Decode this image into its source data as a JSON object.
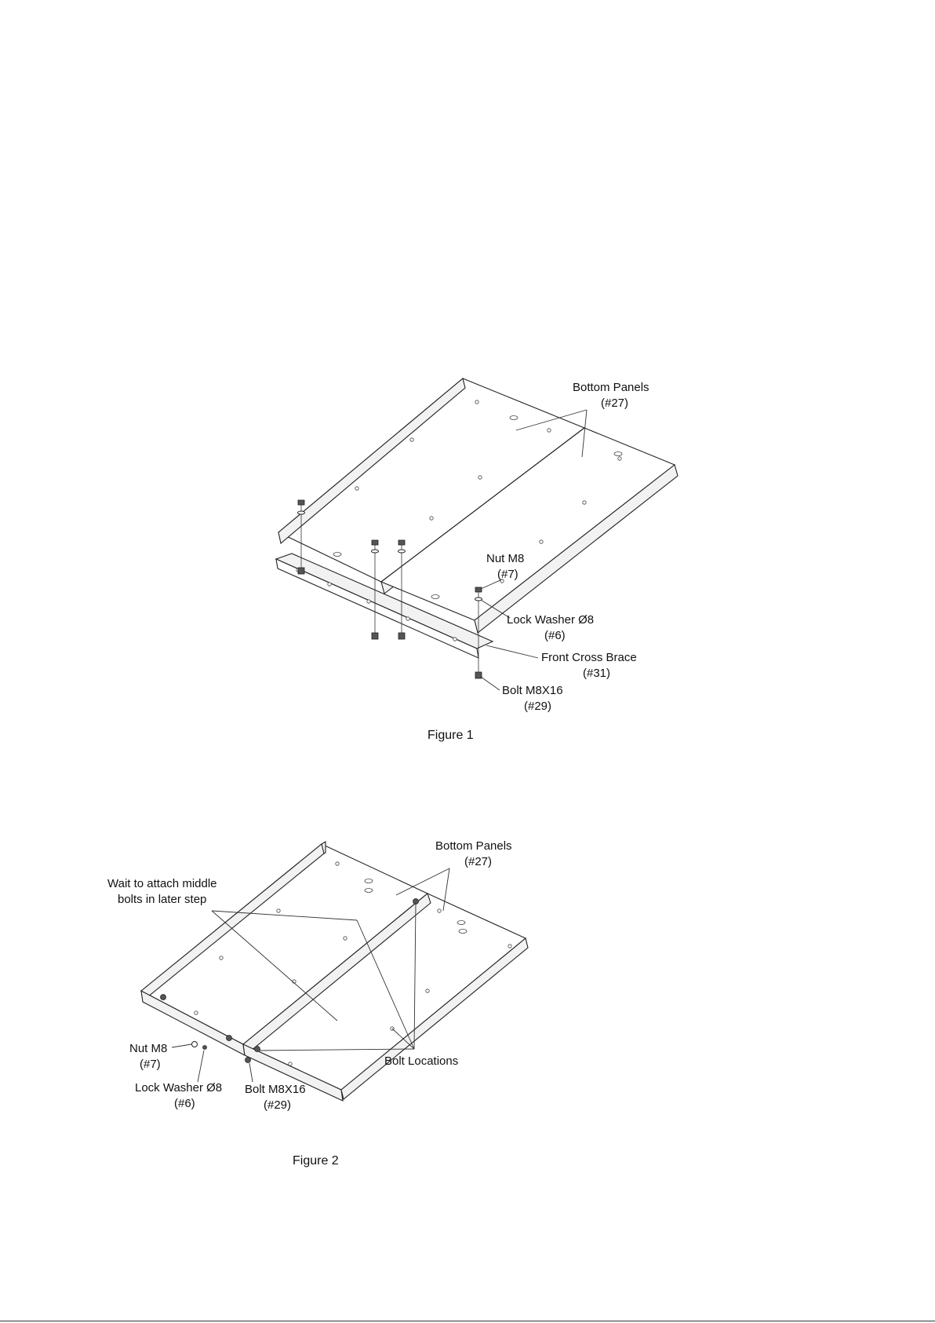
{
  "figure1": {
    "caption": "Figure 1",
    "labels": {
      "bottom_panels_name": "Bottom Panels",
      "bottom_panels_num": "(#27)",
      "nut_name": "Nut M8",
      "nut_num": "(#7)",
      "washer_name": "Lock Washer Ø8",
      "washer_num": "(#6)",
      "brace_name": "Front Cross Brace",
      "brace_num": "(#31)",
      "bolt_name": "Bolt M8X16",
      "bolt_num": "(#29)"
    }
  },
  "figure2": {
    "caption": "Figure 2",
    "labels": {
      "bottom_panels_name": "Bottom Panels",
      "bottom_panels_num": "(#27)",
      "wait_line1": "Wait to attach middle",
      "wait_line2": "bolts in later step",
      "nut_name": "Nut M8",
      "nut_num": "(#7)",
      "washer_name": "Lock Washer Ø8",
      "washer_num": "(#6)",
      "bolt_name": "Bolt M8X16",
      "bolt_num": "(#29)",
      "bolt_locations": "Bolt Locations"
    }
  }
}
